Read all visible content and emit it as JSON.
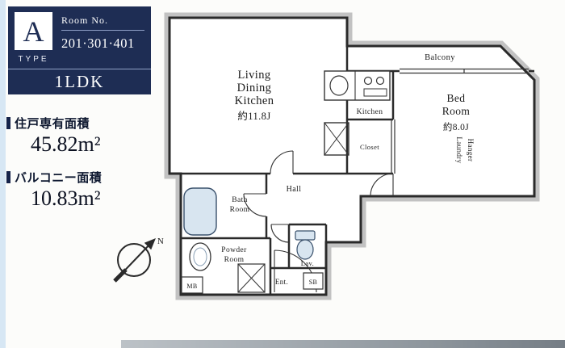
{
  "badge": {
    "type_letter": "A",
    "type_word": "TYPE",
    "room_no_label": "Room No.",
    "room_no": "201·301·401",
    "plan_type": "1LDK"
  },
  "areas": {
    "unit_label": "住戸専有面積",
    "unit_value": "45.82m²",
    "balcony_label": "バルコニー面積",
    "balcony_value": "10.83m²"
  },
  "compass": {
    "north": "N"
  },
  "plan": {
    "ldk": {
      "l1": "Living",
      "l2": "Dining",
      "l3": "Kitchen",
      "size": "約11.8J"
    },
    "kitchen": {
      "label": "Kitchen"
    },
    "balcony": {
      "label": "Balcony"
    },
    "bedroom": {
      "l1": "Bed",
      "l2": "Room",
      "size": "約8.0J"
    },
    "laundry": {
      "l1": "Laundry",
      "l2": "Hanger"
    },
    "closet": {
      "label": "Closet"
    },
    "hall": {
      "label": "Hall"
    },
    "bath": {
      "l1": "Bath",
      "l2": "Room"
    },
    "powder": {
      "l1": "Powder",
      "l2": "Room"
    },
    "lav": {
      "label": "Lav."
    },
    "entrance": {
      "label": "Ent."
    },
    "mb": {
      "label": "MB"
    },
    "sb": {
      "label": "SB"
    }
  },
  "colors": {
    "badge_navy": "#1e2d54",
    "wall": "#2a2a2a",
    "shadow": "#c2c2c2",
    "fixture_blue": "#d8e5f0"
  }
}
